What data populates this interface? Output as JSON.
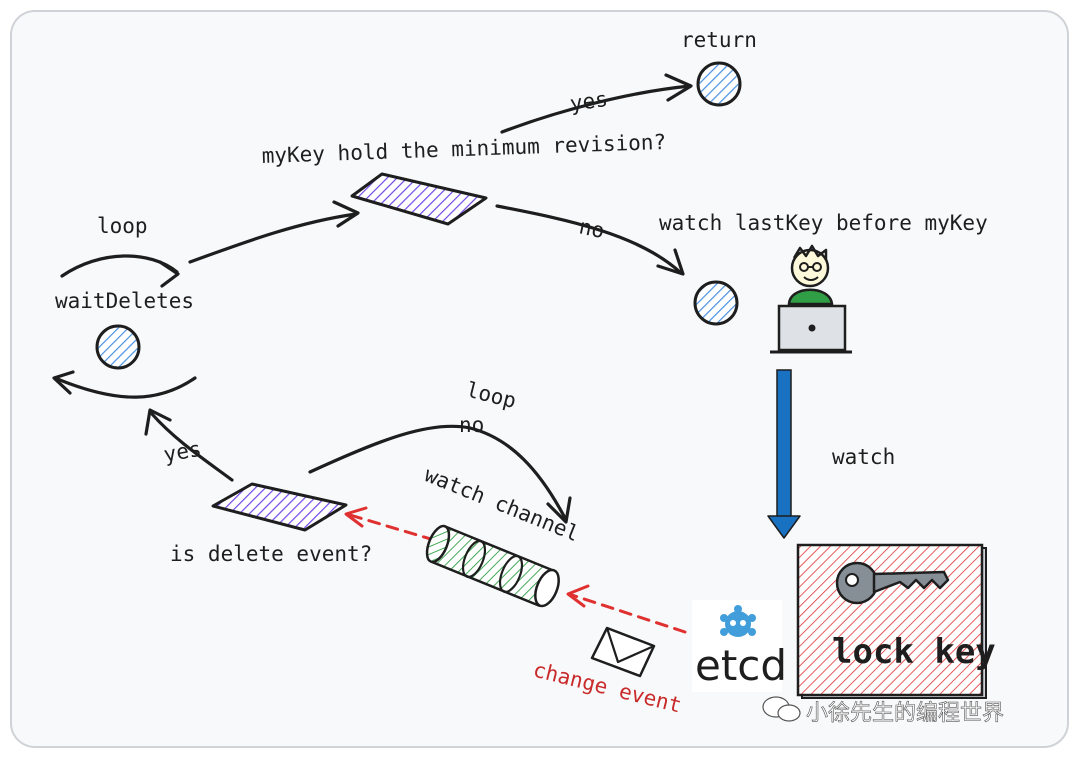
{
  "labels": {
    "return": "return",
    "yes_top": "yes",
    "decision_top": "myKey hold the minimum revision?",
    "no_top": "no",
    "watch_last": "watch lastKey before myKey",
    "loop_left": "loop",
    "wait_deletes": "waitDeletes",
    "loop_mid": "loop",
    "no_mid": "no",
    "yes_left": "yes",
    "watch_channel": "watch channel",
    "decision_bottom": "is delete event?",
    "watch": "watch",
    "change_event": "change event",
    "etcd": "etcd",
    "lock_key": "lock key",
    "watermark": "小徐先生的编程世界"
  },
  "colors": {
    "outline": "#1e1e1e",
    "node_fill": "#4a90e2",
    "decision_fill": "#7048e8",
    "channel_fill": "#2f9e44",
    "lock_fill": "#e03131",
    "watch_arrow": "#1971c2",
    "change_arrow": "#e03131",
    "person_shirt": "#2f9e44",
    "person_face": "#fff9db",
    "etcd_logo": "#419eda"
  },
  "icons": [
    "person-at-laptop-icon",
    "envelope-icon",
    "etcd-logo-icon",
    "key-icon",
    "wechat-icon"
  ]
}
